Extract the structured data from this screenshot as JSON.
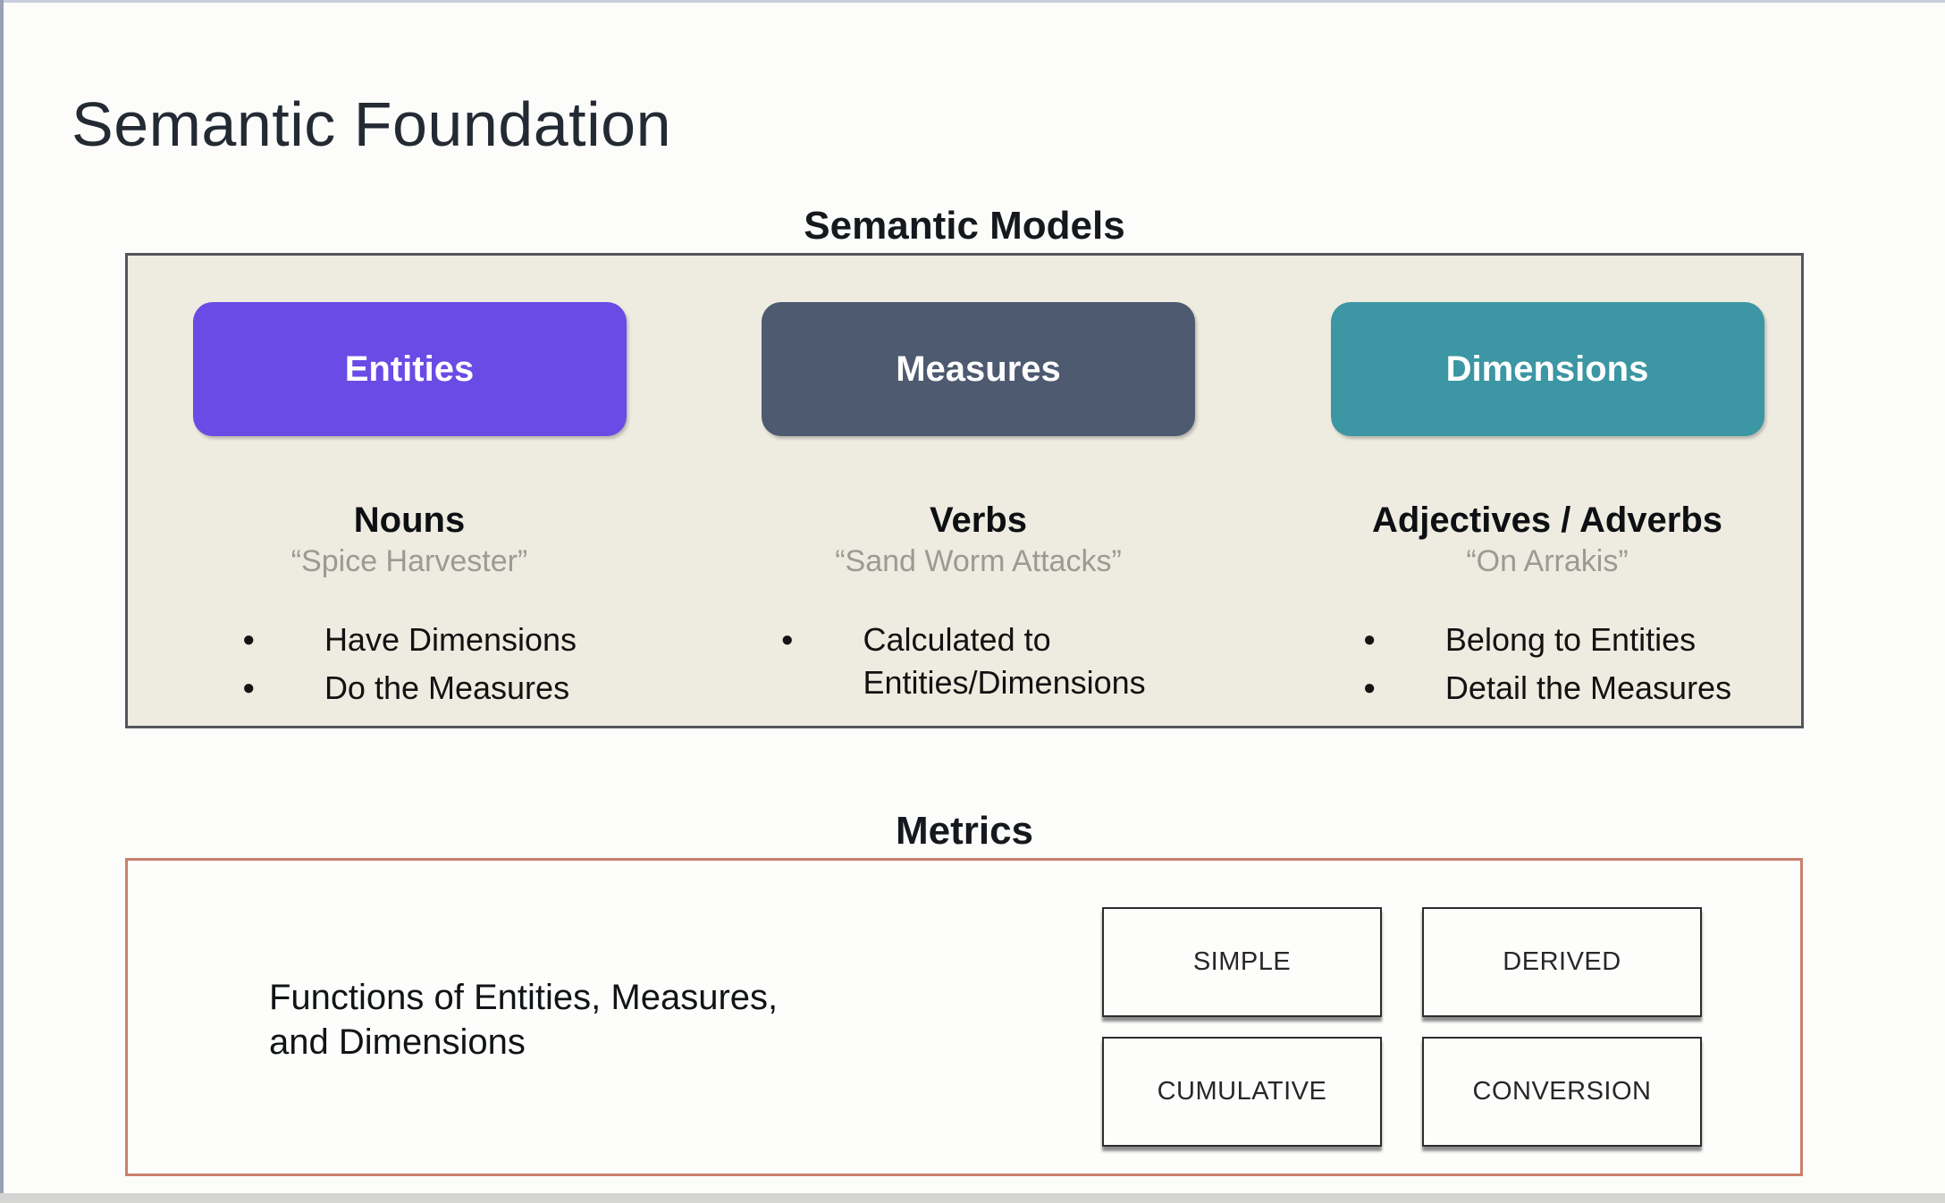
{
  "page": {
    "title": "Semantic Foundation"
  },
  "semantic_models": {
    "heading": "Semantic Models",
    "panel_background": "#eeebe0",
    "panel_border_color": "#53575c",
    "columns": [
      {
        "button": "Entities",
        "color": "#6a4be5",
        "term": "Nouns",
        "quote": "“Spice Harvester”",
        "bullets": [
          "Have Dimensions",
          "Do the Measures"
        ]
      },
      {
        "button": "Measures",
        "color": "#4d5a70",
        "term": "Verbs",
        "quote": "“Sand Worm Attacks”",
        "bullets": [
          "Calculated to Entities/Dimensions"
        ]
      },
      {
        "button": "Dimensions",
        "color": "#3c96a3",
        "term": "Adjectives / Adverbs",
        "quote": "“On Arrakis”",
        "bullets": [
          "Belong to Entities",
          "Detail the Measures"
        ]
      }
    ]
  },
  "metrics": {
    "heading": "Metrics",
    "description": "Functions of Entities, Measures,\nand Dimensions",
    "border_color": "#c9806c",
    "boxes": [
      "SIMPLE",
      "DERIVED",
      "CUMULATIVE",
      "CONVERSION"
    ]
  }
}
